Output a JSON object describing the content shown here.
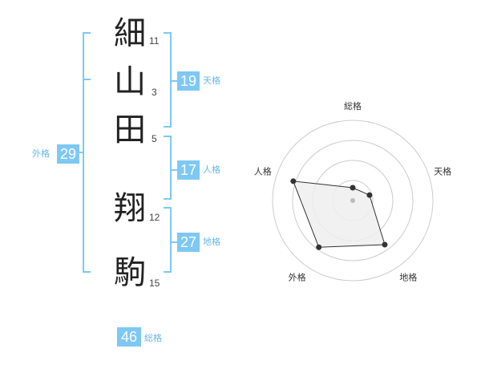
{
  "name": {
    "characters": [
      {
        "char": "細",
        "strokes": "11"
      },
      {
        "char": "山",
        "strokes": "3"
      },
      {
        "char": "田",
        "strokes": "5"
      },
      {
        "char": "翔",
        "strokes": "12"
      },
      {
        "char": "駒",
        "strokes": "15"
      }
    ]
  },
  "fortunes": {
    "tenkaku": {
      "value": "19",
      "label": "天格"
    },
    "jinkaku": {
      "value": "17",
      "label": "人格"
    },
    "chikaku": {
      "value": "27",
      "label": "地格"
    },
    "gaikaku": {
      "value": "29",
      "label": "外格"
    },
    "soukaku": {
      "value": "46",
      "label": "総格"
    }
  },
  "colors": {
    "accent": "#7ec8f5",
    "accent_text": "#66b8ec",
    "bracket": "#7ec8f5",
    "radar_fill": "#eeeeee",
    "radar_grid": "#cccccc",
    "radar_line": "#333333"
  },
  "chart_data": {
    "type": "radar",
    "axes": [
      "総格",
      "天格",
      "地格",
      "外格",
      "人格"
    ],
    "values": [
      0.16,
      0.22,
      0.68,
      0.72,
      0.78
    ],
    "range": [
      0,
      1
    ],
    "grid_rings": 4,
    "grid": true
  }
}
